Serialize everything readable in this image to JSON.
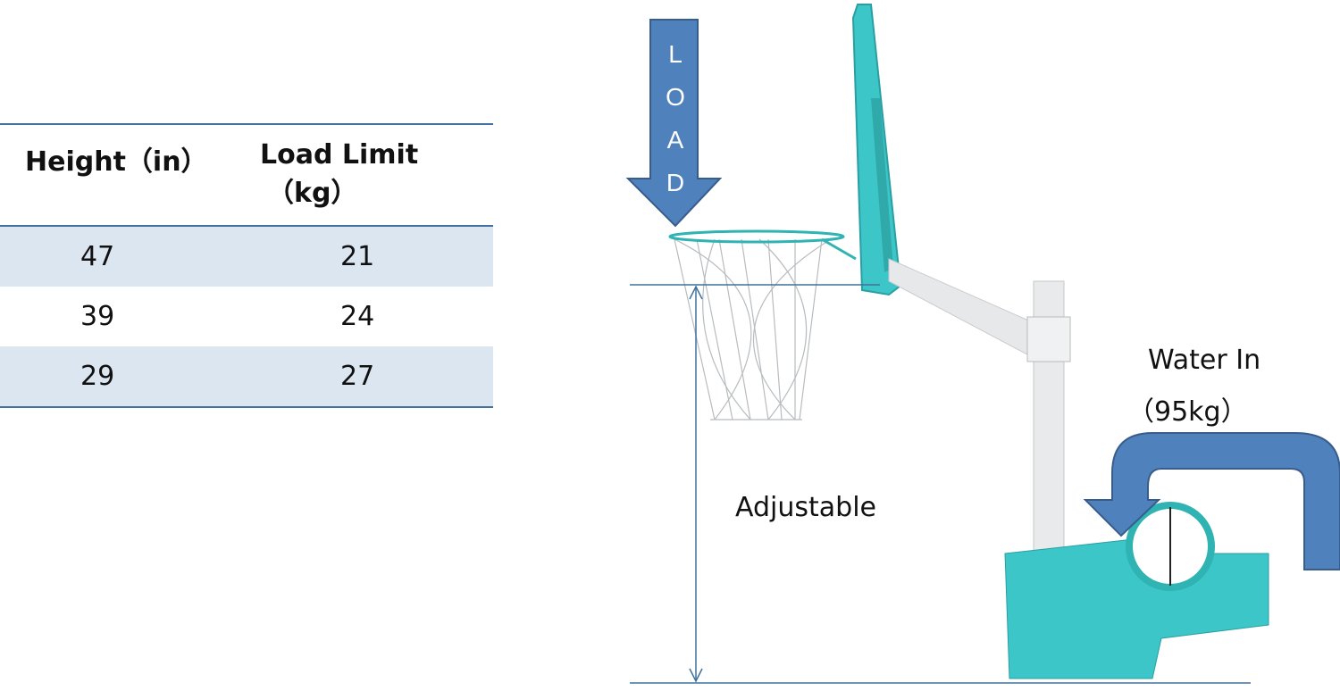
{
  "table": {
    "headers": {
      "height": "Height（in）",
      "load_main": "Load Limit",
      "load_unit": "（kg）"
    },
    "rows": [
      {
        "height": "47",
        "load": "21"
      },
      {
        "height": "39",
        "load": "24"
      },
      {
        "height": "29",
        "load": "27"
      }
    ]
  },
  "diagram": {
    "load_arrow": [
      "L",
      "O",
      "A",
      "D"
    ],
    "adjustable_label": "Adjustable",
    "water_label": "Water In",
    "water_weight": "（95kg）",
    "colors": {
      "arrow": "#4f81bd",
      "arrow_border": "#385d8a",
      "product": "#3cc6c8",
      "table_band": "#dce6f1",
      "rule": "#41719c"
    }
  }
}
